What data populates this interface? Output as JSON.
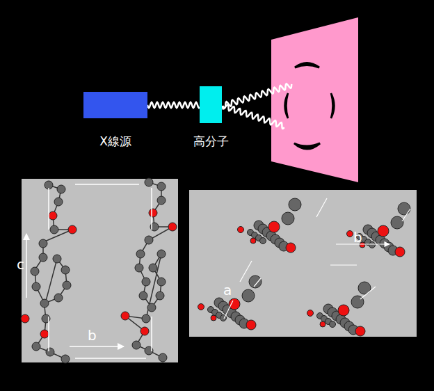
{
  "diagram": {
    "nodes": [
      {
        "text": [
          "X線源"
        ]
      },
      {
        "text": [
          "高分子"
        ]
      }
    ],
    "edges": [
      {
        "from": 0,
        "to": 1,
        "arrow": "none"
      }
    ],
    "labels": [
      "c",
      "b",
      "b",
      "a"
    ]
  }
}
